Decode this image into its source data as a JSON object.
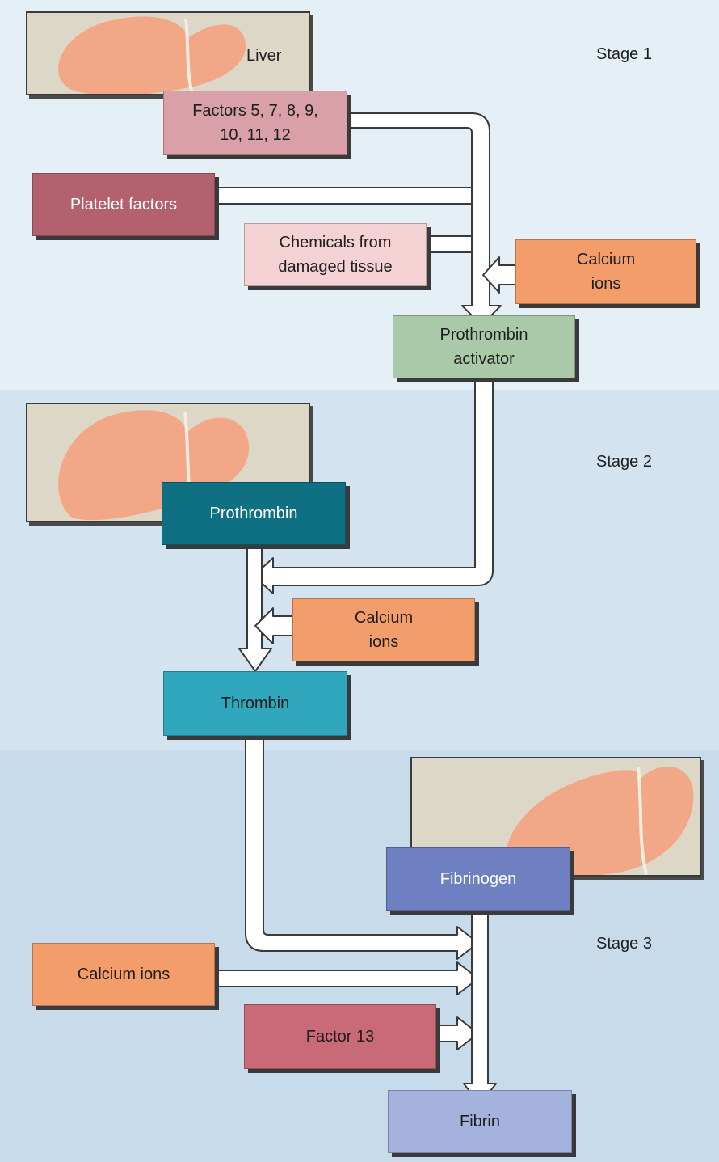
{
  "stage_labels": {
    "stage1": "Stage 1",
    "stage2": "Stage 2",
    "stage3": "Stage 3"
  },
  "liver_label": "Liver",
  "nodes": {
    "factors": "Factors 5, 7, 8, 9,\n10, 11, 12",
    "platelet_factors": "Platelet factors",
    "chemicals_damaged_tissue": "Chemicals from\ndamaged tissue",
    "calcium_ions_stage1": "Calcium\nions",
    "prothrombin_activator": "Prothrombin\nactivator",
    "prothrombin": "Prothrombin",
    "calcium_ions_stage2": "Calcium\nions",
    "thrombin": "Thrombin",
    "fibrinogen": "Fibrinogen",
    "calcium_ions_stage3": "Calcium ions",
    "factor_13": "Factor 13",
    "fibrin": "Fibrin"
  },
  "icons": [
    "liver-illustration",
    "flow-arrow"
  ],
  "colors": {
    "stage1_bg": "#e4eff6",
    "stage2_bg": "#d3e4f0",
    "stage3_bg": "#c7dbeb",
    "factors_box": "#d9a0a9",
    "platelet_box": "#b4616f",
    "chemicals_box": "#f4d2d3",
    "calcium_box": "#f39d6a",
    "activator_box": "#a9c9a9",
    "prothrombin_box": "#0f6f83",
    "thrombin_box": "#31a7bd",
    "fibrinogen_box": "#6e80c1",
    "factor13_box": "#c96a77",
    "fibrin_box": "#a6b2de",
    "liver": "#f2a886"
  }
}
